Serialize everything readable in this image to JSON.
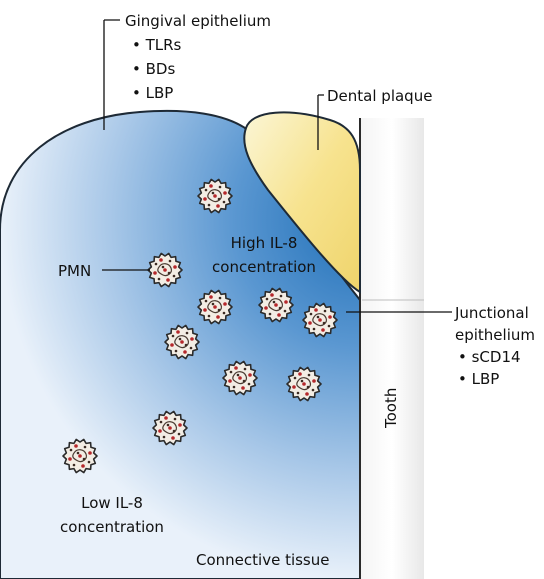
{
  "labels": {
    "gingival_title": "Gingival epithelium",
    "gingival_items": [
      "• TLRs",
      "• BDs",
      "• LBP"
    ],
    "dental_plaque": "Dental plaque",
    "high_il8": [
      "High IL-8",
      "concentration"
    ],
    "pmn": "PMN",
    "junctional_title": [
      "Junctional",
      "epithelium"
    ],
    "junctional_items": [
      "• sCD14",
      "• LBP"
    ],
    "tooth": "Tooth",
    "low_il8": [
      "Low IL-8",
      "concentration"
    ],
    "connective_tissue": "Connective tissue"
  },
  "colors": {
    "gingiva_dark": "#1f6fb8",
    "gingiva_light": "#e9f1fa",
    "plaque_fill": "#f7e38f",
    "plaque_light": "#fbf6d6",
    "tooth_border": "#2a2a2a",
    "cell_fill": "#f3ede4",
    "cell_dot_red": "#b5282b",
    "cell_dot_dark": "#3b2a22"
  },
  "cells": [
    {
      "name": "pmn-cell-1"
    },
    {
      "name": "pmn-cell-2"
    },
    {
      "name": "pmn-cell-3"
    },
    {
      "name": "pmn-cell-4"
    },
    {
      "name": "pmn-cell-5"
    },
    {
      "name": "pmn-cell-6"
    },
    {
      "name": "pmn-cell-7"
    },
    {
      "name": "pmn-cell-8"
    },
    {
      "name": "pmn-cell-9"
    },
    {
      "name": "pmn-cell-10"
    }
  ]
}
